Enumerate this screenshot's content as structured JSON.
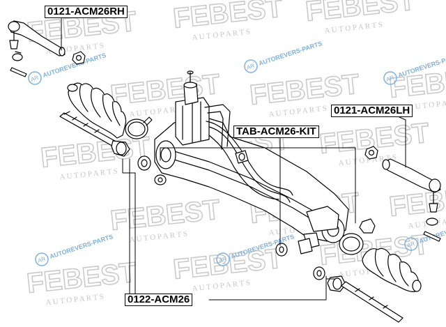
{
  "labels": {
    "tie_rod_end_rh": "0121-ACM26RH",
    "tie_rod_end_lh": "0121-ACM26LH",
    "bushing_kit": "TAB-ACM26-KIT",
    "rack_end": "0122-ACM26"
  },
  "watermark": {
    "brand": "FEBEST",
    "tagline": "A U T O   P A R T S",
    "site": "AUTOREVERS-PARTS",
    "badge": "AR",
    "color": "#c8c8c8",
    "site_color": "#7fb0dc"
  },
  "colors": {
    "line": "#000000",
    "background": "#ffffff"
  }
}
